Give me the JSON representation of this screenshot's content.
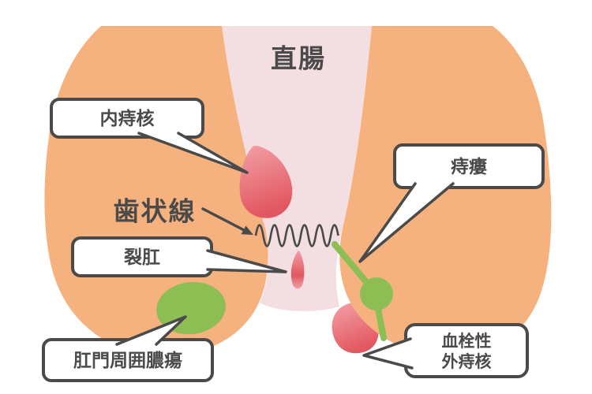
{
  "diagram": {
    "title": "直腸",
    "dentate_line": {
      "label": "歯状線"
    },
    "internal_hemorrhoid": {
      "label": "内痔核"
    },
    "anal_fissure": {
      "label": "裂肛"
    },
    "anal_fistula": {
      "label": "痔瘻"
    },
    "perianal_abscess": {
      "label": "肛門周囲膿瘍"
    },
    "thrombosed_external_hemorrhoid": {
      "label_line1": "血栓性",
      "label_line2": "外痔核"
    },
    "colors": {
      "background": "#FFFFFF",
      "skin": "#F6B27E",
      "canal_pink": "#F3DEE2",
      "lesion_red_light": "#F2A0A6",
      "lesion_red_dark": "#E2565F",
      "abscess_green": "#8CBE54",
      "outline_dark": "#4A4A4A",
      "bubble_fill": "#FFFFFF"
    }
  }
}
